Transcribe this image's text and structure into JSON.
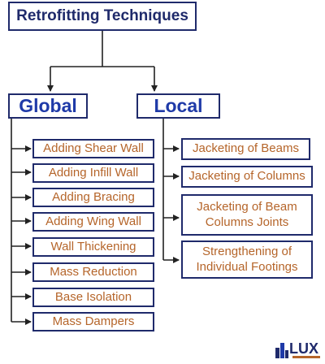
{
  "root": {
    "title": "Retrofitting Techniques"
  },
  "categories": {
    "global": {
      "label": "Global"
    },
    "local": {
      "label": "Local"
    }
  },
  "global_items": [
    "Adding Shear Wall",
    "Adding Infill Wall",
    "Adding Bracing",
    "Adding Wing Wall",
    "Wall Thickening",
    "Mass Reduction",
    "Base Isolation",
    "Mass Dampers"
  ],
  "local_items": [
    {
      "line1": "Jacketing of Beams",
      "line2": ""
    },
    {
      "line1": "Jacketing of Columns",
      "line2": ""
    },
    {
      "line1": "Jacketing of Beam",
      "line2": "Columns Joints"
    },
    {
      "line1": "Strengthening of",
      "line2": "Individual Footings"
    }
  ],
  "logo": {
    "text": "LUX",
    "icon": "building-icon"
  },
  "colors": {
    "border": "#1f2a6b",
    "category_text": "#1f3aa8",
    "item_text": "#b5652a",
    "lines": "#222222"
  }
}
